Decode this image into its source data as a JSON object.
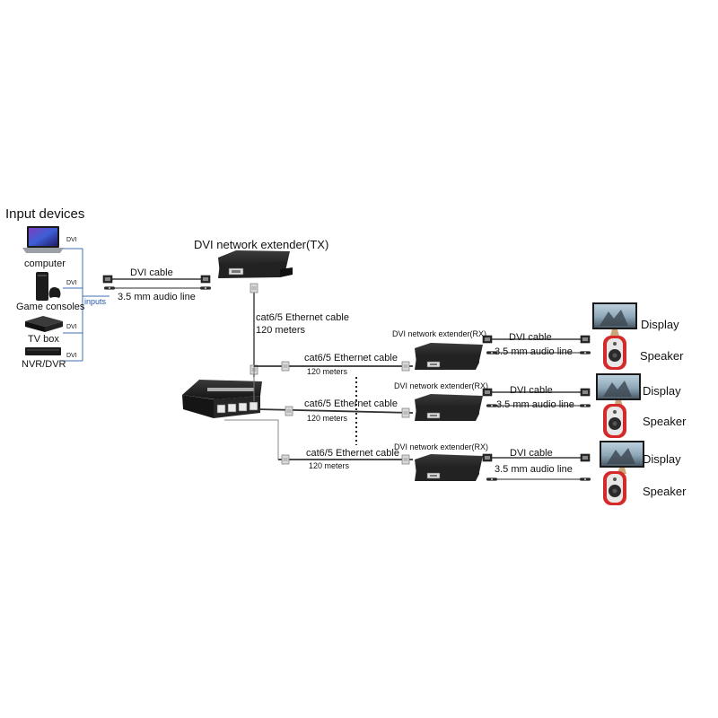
{
  "input": {
    "title": "Input devices",
    "devices": [
      {
        "label": "computer",
        "port": "DVI"
      },
      {
        "label": "Game consoles",
        "port": "DVI"
      },
      {
        "label": "TV box",
        "port": "DVI"
      },
      {
        "label": "NVR/DVR",
        "port": "DVI"
      }
    ],
    "bus_label": "inputs"
  },
  "tx": {
    "title": "DVI network extender(TX)",
    "dvi_cable": "DVI cable",
    "audio_line": "3.5 mm audio line",
    "ethernet_cable": "cat6/5 Ethernet cable",
    "distance": "120 meters"
  },
  "receivers": [
    {
      "title": "DVI network extender(RX)",
      "ethernet_cable": "cat6/5 Ethernet cable",
      "distance": "120 meters",
      "dvi_cable": "DVI  cable",
      "audio_line": "3.5 mm audio line",
      "display": "Display",
      "speaker": "Speaker"
    },
    {
      "title": "DVI network extender(RX)",
      "ethernet_cable": "cat6/5 Ethernet cable",
      "distance": "120 meters",
      "dvi_cable": "DVI cable",
      "audio_line": "3.5 mm audio line",
      "display": "Display",
      "speaker": "Speaker"
    },
    {
      "title": "DVI network extender(RX)",
      "ethernet_cable": "cat6/5 Ethernet cable",
      "distance": "120 meters",
      "dvi_cable": "DVI cable",
      "audio_line": "3.5 mm audio line",
      "display": "Display",
      "speaker": "Speaker"
    }
  ],
  "colors": {
    "device_body": "#1c1c1c",
    "wire": "#555555",
    "bus_line": "#3d6fb6",
    "speaker_red": "#d42a2a",
    "speaker_cone": "#2a2a2a",
    "screen_sky": "#9fb9c9"
  }
}
